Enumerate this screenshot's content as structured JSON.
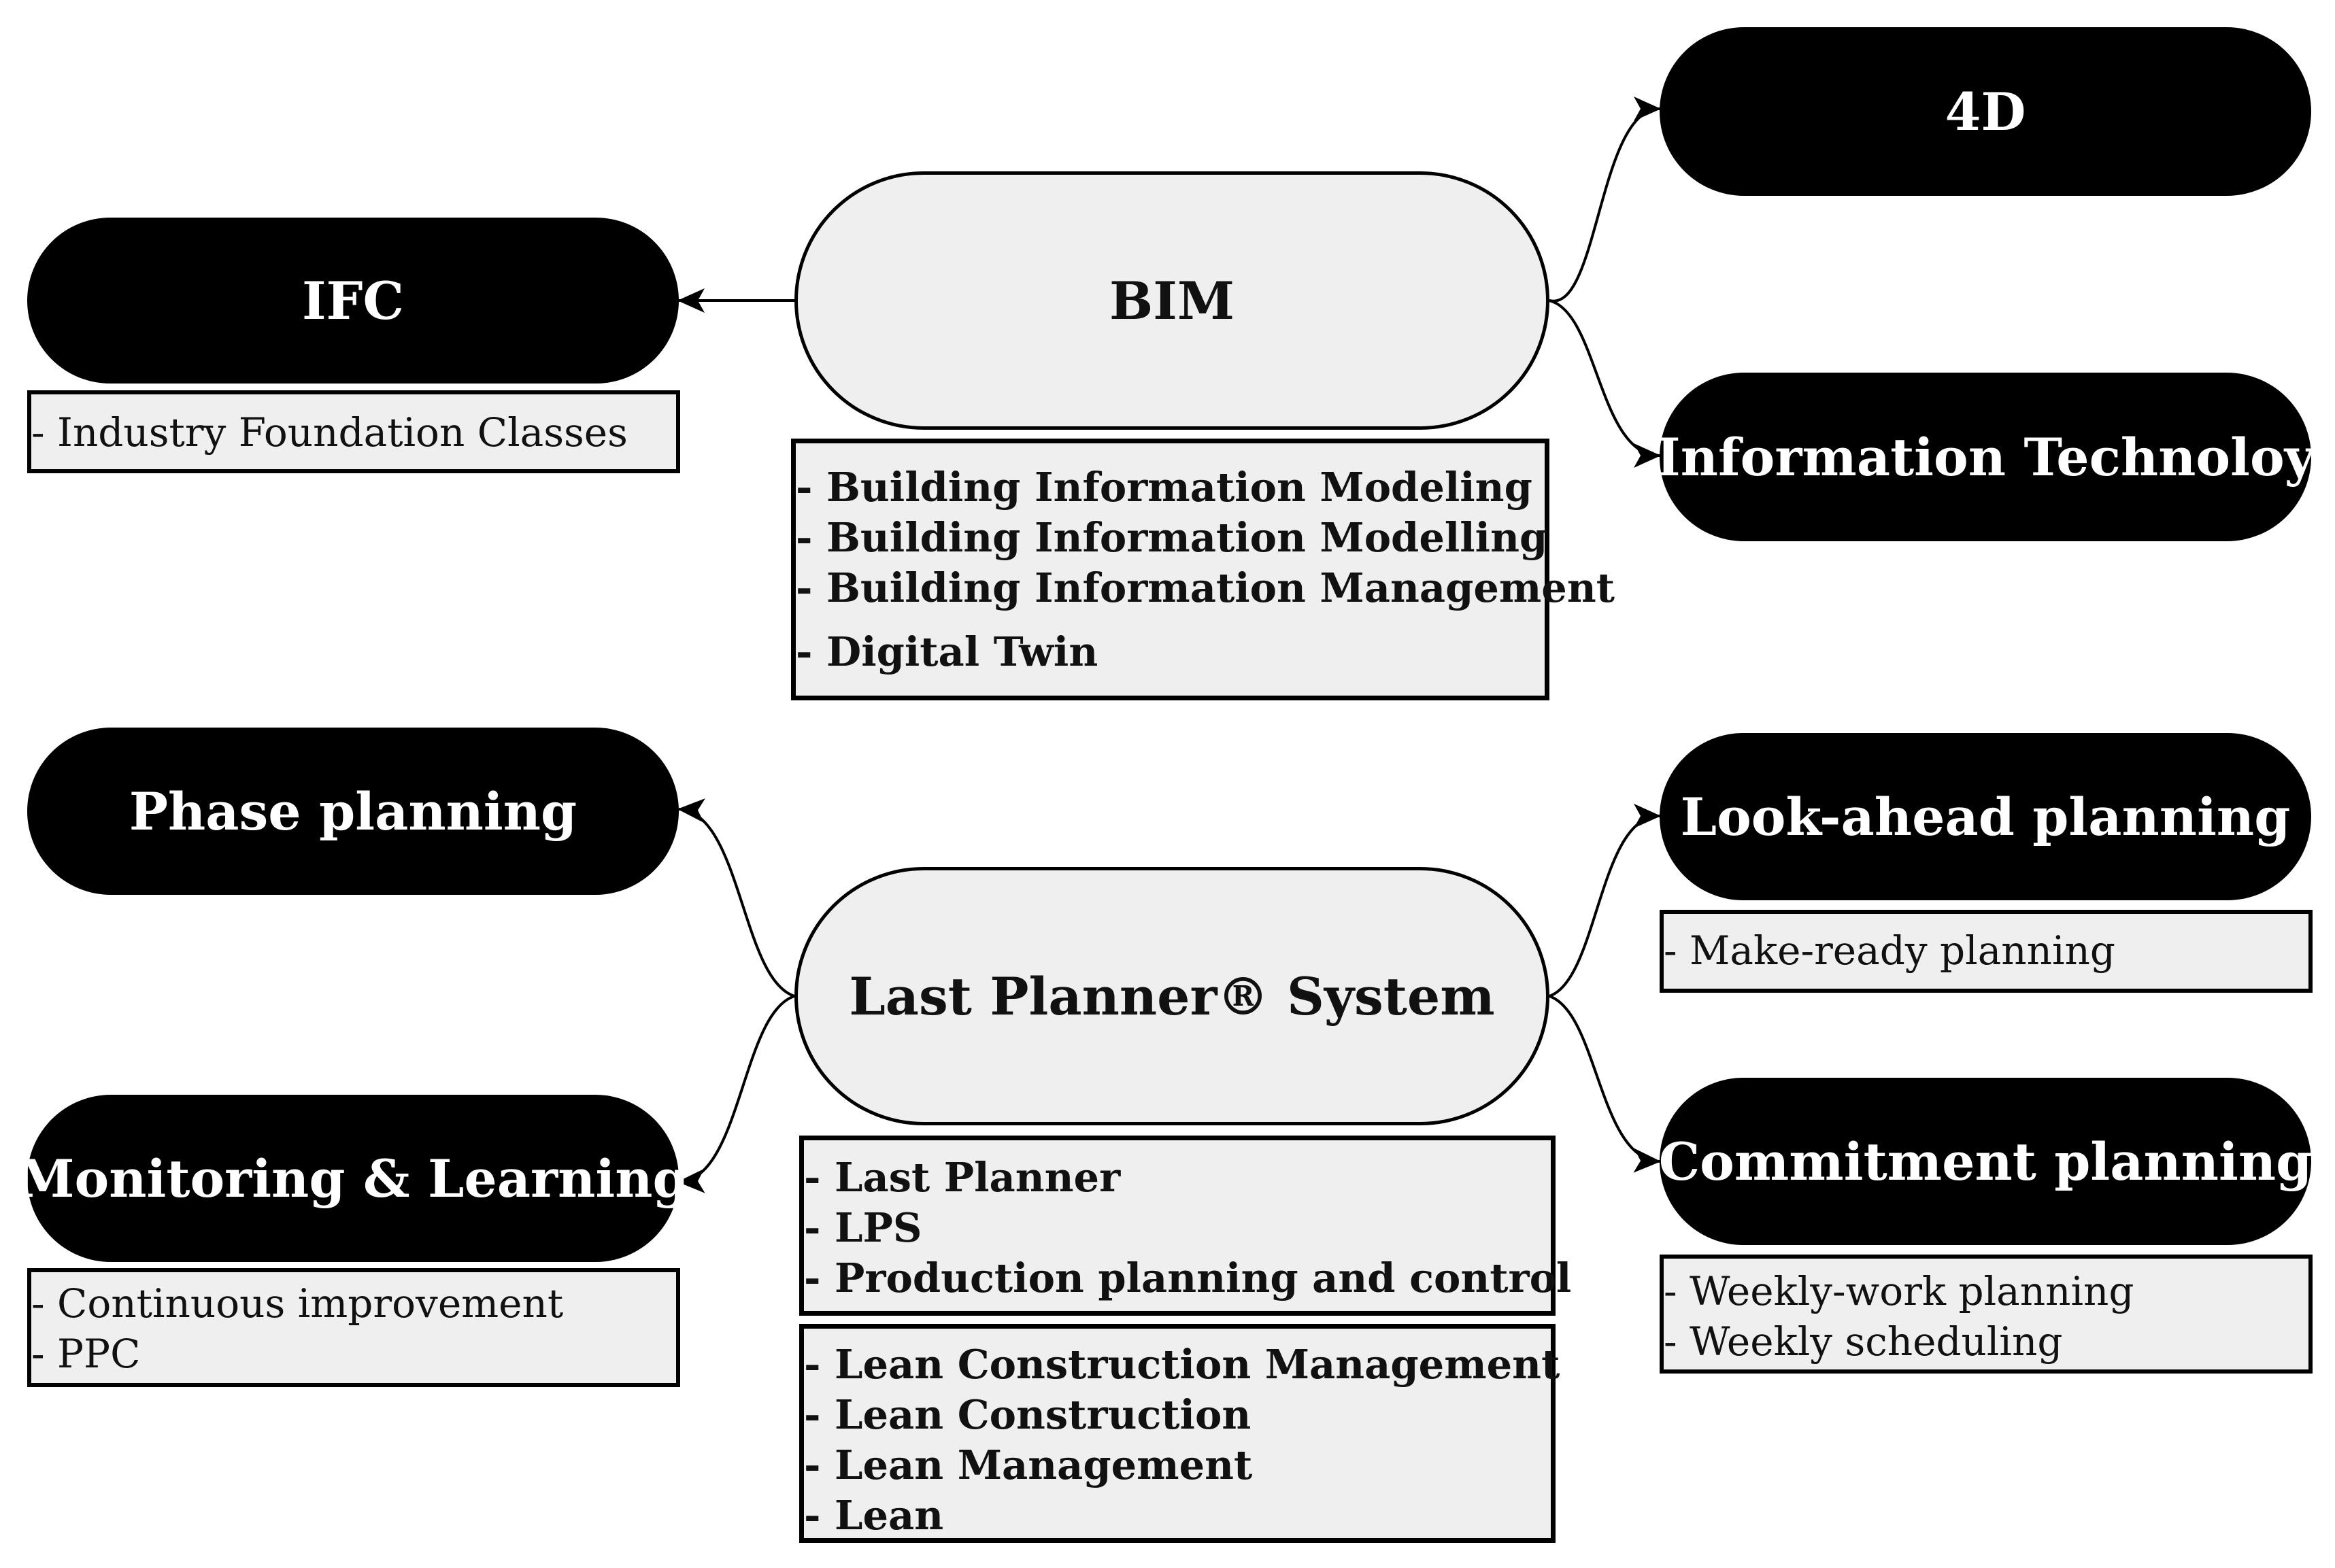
{
  "diagram": {
    "bim": {
      "label": "BIM",
      "synonyms": [
        "- Building Information Modeling",
        "- Building Information Modelling",
        "- Building Information Management",
        "- Digital Twin"
      ]
    },
    "ifc": {
      "label": "IFC",
      "synonyms": [
        "- Industry Foundation Classes"
      ]
    },
    "four_d": {
      "label": "4D"
    },
    "information_technology": {
      "label": "Information Technoloy"
    },
    "lps": {
      "label": "Last Planner® System",
      "synonyms": [
        "- Last Planner",
        "- LPS",
        "- Production planning and control"
      ],
      "lean": [
        "- Lean Construction Management",
        "- Lean Construction",
        "- Lean Management",
        "- Lean"
      ]
    },
    "phase_planning": {
      "label": "Phase planning"
    },
    "monitoring_learning": {
      "label": "Monitoring & Learning",
      "synonyms": [
        "- Continuous improvement",
        "- PPC"
      ]
    },
    "lookahead_planning": {
      "label": "Look-ahead planning",
      "synonyms": [
        "- Make-ready planning"
      ]
    },
    "commitment_planning": {
      "label": "Commitment planning",
      "synonyms": [
        "- Weekly-work planning",
        "- Weekly scheduling"
      ]
    }
  },
  "colors": {
    "dark_node": "#000000",
    "light_node": "#efefef",
    "box_fill": "#efefef",
    "text_light": "#ffffff"
  }
}
